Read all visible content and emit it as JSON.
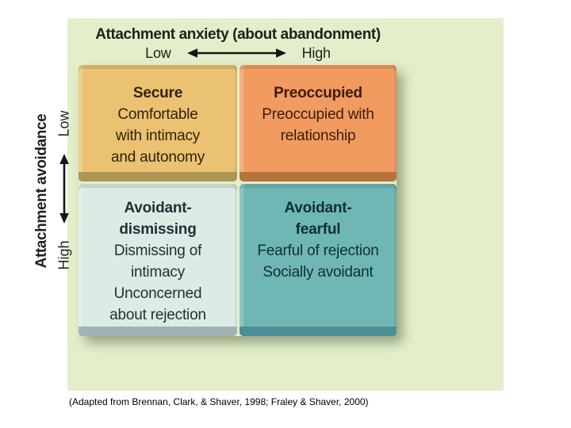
{
  "colors": {
    "panel_background": "#e3eecb",
    "arrow": "#151515",
    "axis_text": "#1e2117"
  },
  "top_axis": {
    "title": "Attachment anxiety (about abandonment)",
    "low_label": "Low",
    "high_label": "High"
  },
  "left_axis": {
    "title": "Attachment avoidance",
    "low_label": "Low",
    "high_label": "High"
  },
  "quadrants": [
    {
      "id": "secure",
      "title_lines": [
        "Secure",
        ""
      ],
      "lines": [
        "Comfortable",
        "with intimacy",
        "and autonomy"
      ],
      "fill": "#eac271",
      "bevel": "#ac9655",
      "text_color": "#33210b"
    },
    {
      "id": "preoccupied",
      "title_lines": [
        "Preoccupied",
        ""
      ],
      "lines": [
        "Preoccupied with",
        "relationship"
      ],
      "fill": "#f19b61",
      "bevel": "#b5743e",
      "text_color": "#3d1d07"
    },
    {
      "id": "avoidant-dismissing",
      "title_lines": [
        "Avoidant-",
        "dismissing"
      ],
      "lines": [
        "Dismissing of",
        "intimacy",
        "Unconcerned",
        "about rejection"
      ],
      "fill": "#dcebe4",
      "bevel": "#a0b4b6",
      "text_color": "#223038"
    },
    {
      "id": "avoidant-fearful",
      "title_lines": [
        "Avoidant-",
        "fearful"
      ],
      "lines": [
        "Fearful of rejection",
        "Socially avoidant"
      ],
      "fill": "#6fb7b5",
      "bevel": "#4d8d95",
      "text_color": "#10302f"
    }
  ],
  "caption": "(Adapted from Brennan, Clark, & Shaver, 1998; Fraley & Shaver, 2000)"
}
